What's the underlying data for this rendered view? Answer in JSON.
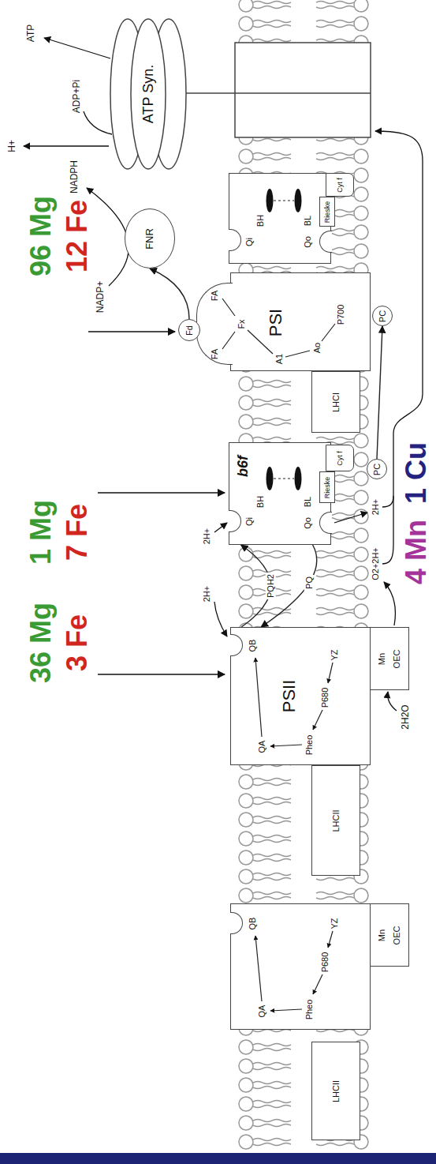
{
  "diagram": {
    "nodes": [
      {
        "text": [
          "LHCII"
        ]
      },
      {
        "text": [
          "QB",
          "QA",
          "Pheo",
          "P680",
          "YZ"
        ]
      },
      {
        "text": [
          "Mn",
          "OEC"
        ]
      },
      {
        "text": [
          "LHCII"
        ]
      },
      {
        "text": [
          "PSII",
          "QB",
          "QA",
          "Pheo",
          "P680",
          "YZ"
        ]
      },
      {
        "text": [
          "Mn",
          "OEC"
        ]
      },
      {
        "text": [
          "b6f",
          "Qi",
          "BH",
          "BL",
          "Qo"
        ]
      },
      {
        "text": [
          "Rieske"
        ],
        "in": 6
      },
      {
        "text": [
          "Cyt f"
        ],
        "in": 6
      },
      {
        "text": [
          "PC"
        ]
      },
      {
        "text": [
          "LHCI"
        ]
      },
      {
        "text": [
          "PSI",
          "FA",
          "FA",
          "Fx",
          "A1",
          "Ao",
          "P700"
        ]
      },
      {
        "text": [
          "PC"
        ]
      },
      {
        "text": [
          "Fd"
        ]
      },
      {
        "text": [
          "FNR"
        ]
      },
      {
        "text": [
          "Qi",
          "BH",
          "BL",
          "Qo"
        ]
      },
      {
        "text": [
          "Rieske"
        ],
        "in": 15
      },
      {
        "text": [
          "Cyt f"
        ],
        "in": 15
      },
      {
        "text": [
          "ATP Syn."
        ]
      }
    ],
    "edges": [
      {
        "from": 4,
        "to": 6,
        "arrow": "to",
        "label": "PQH2"
      },
      {
        "from": 6,
        "to": 4,
        "arrow": "to",
        "label": "PQ"
      },
      {
        "from": 9,
        "to": 12,
        "arrow": "to"
      },
      {
        "from": 13,
        "to": 14,
        "arrow": "to"
      }
    ],
    "labels": [
      "36 Mg",
      "3 Fe",
      "2H2O",
      "4 Mn",
      "2H+",
      "O2+2H+",
      "1 Mg",
      "7 Fe",
      "2H+",
      "2H+",
      "1 Cu",
      "96 Mg",
      "12 Fe",
      "NADP+",
      "NADPH",
      "H+",
      "ADP+Pi",
      "ATP"
    ]
  }
}
